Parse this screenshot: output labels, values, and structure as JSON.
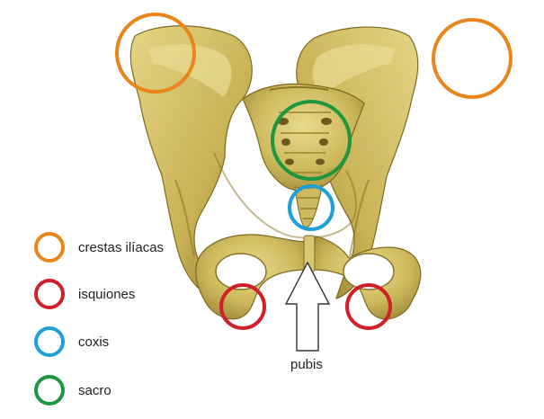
{
  "legend": {
    "items": [
      {
        "id": "crestas",
        "label": "crestas ilíacas",
        "color": "#e8861c"
      },
      {
        "id": "isquiones",
        "label": "isquiones",
        "color": "#d0202a"
      },
      {
        "id": "coxis",
        "label": "coxis",
        "color": "#1e9fd8"
      },
      {
        "id": "sacro",
        "label": "sacro",
        "color": "#1e9640"
      }
    ]
  },
  "pointer": {
    "label": "pubis"
  },
  "colors": {
    "bone_light": "#ddce7a",
    "bone_mid": "#c9b55a",
    "bone_dark": "#8f7a2c",
    "bone_shadow": "#6b5a1c"
  }
}
